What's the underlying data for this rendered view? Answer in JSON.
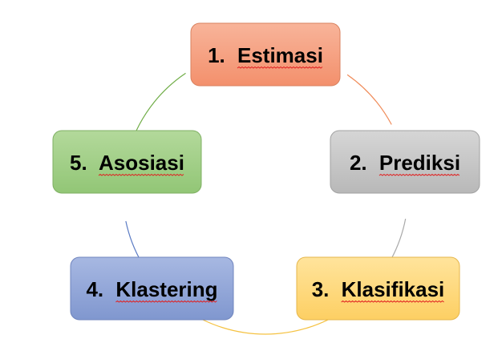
{
  "diagram": {
    "nodes": [
      {
        "id": "estimasi",
        "number": "1.",
        "word": "Estimasi",
        "fill_top": "#f8b49a",
        "fill_bottom": "#f3906c",
        "stroke": "#d9825f",
        "arc_color": "#f08c5a"
      },
      {
        "id": "prediksi",
        "number": "2.",
        "word": "Prediksi",
        "fill_top": "#d6d6d6",
        "fill_bottom": "#b8b8b8",
        "stroke": "#a2a2a2",
        "arc_color": "#a9a9a9"
      },
      {
        "id": "klasifikasi",
        "number": "3.",
        "word": "Klasifikasi",
        "fill_top": "#ffe49c",
        "fill_bottom": "#fdcf63",
        "stroke": "#e6b64a",
        "arc_color": "#f5c242"
      },
      {
        "id": "klastering",
        "number": "4.",
        "word": "Klastering",
        "fill_top": "#a7b8e2",
        "fill_bottom": "#8097cf",
        "stroke": "#6f84bd",
        "arc_color": "#5b7bc4"
      },
      {
        "id": "asosiasi",
        "number": "5.",
        "word": "Asosiasi",
        "fill_top": "#b3d99b",
        "fill_bottom": "#92c676",
        "stroke": "#7fb063",
        "arc_color": "#70ad47"
      }
    ]
  }
}
